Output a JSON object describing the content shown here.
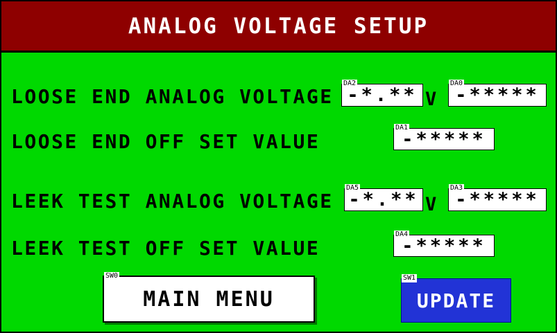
{
  "title": "ANALOG VOLTAGE SETUP",
  "rows": [
    {
      "label": "LOOSE END ANALOG VOLTAGE"
    },
    {
      "label": "LOOSE END OFF SET VALUE"
    },
    {
      "label": "LEEK TEST ANALOG VOLTAGE"
    },
    {
      "label": "LEEK TEST OFF SET VALUE"
    }
  ],
  "fields": {
    "da2": {
      "tag": "DA2",
      "value": "-*.**"
    },
    "da0": {
      "tag": "DA0",
      "value": "-*****"
    },
    "da1": {
      "tag": "DA1",
      "value": "-*****"
    },
    "da5": {
      "tag": "DA5",
      "value": "-*.**"
    },
    "da3": {
      "tag": "DA3",
      "value": "-*****"
    },
    "da4": {
      "tag": "DA4",
      "value": "-*****"
    }
  },
  "unit_volt": "V",
  "buttons": {
    "main_menu": {
      "tag": "SW0",
      "label": "MAIN MENU"
    },
    "update": {
      "tag": "SW1",
      "label": "UPDATE"
    }
  },
  "colors": {
    "background": "#00d900",
    "header_bg": "#8e0000",
    "header_text": "#ffffff",
    "field_bg": "#ffffff",
    "field_text": "#000000",
    "main_menu_button_bg": "#ffffff",
    "main_menu_button_text": "#000000",
    "update_button_bg": "#2233d6",
    "update_button_text": "#ffffff"
  }
}
